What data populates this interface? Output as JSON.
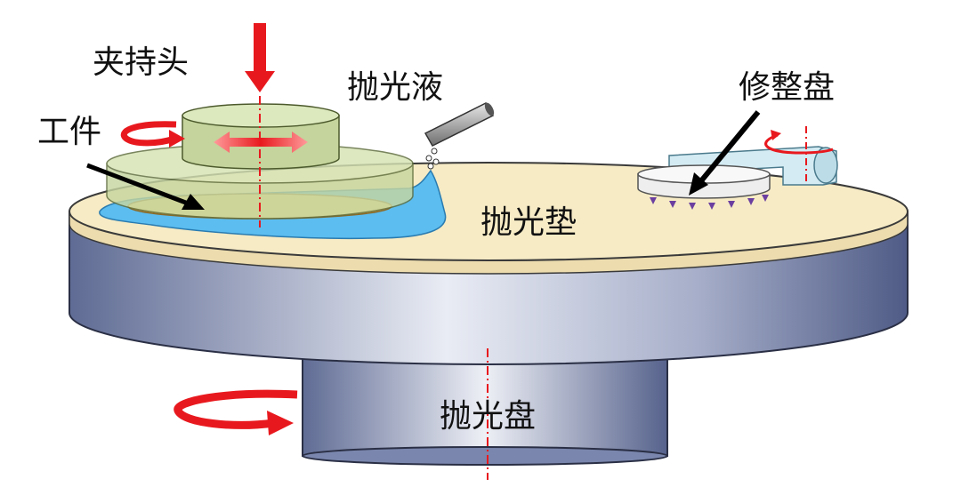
{
  "labels": {
    "holder": "夹持头",
    "workpiece": "工件",
    "slurry": "抛光液",
    "conditioner": "修整盘",
    "pad": "抛光垫",
    "platen": "抛光盘"
  },
  "colors": {
    "arrow_red": "#e8191e",
    "pad_cream": "#f6ebc5",
    "platen_steel": "#6e7aa6",
    "holder_green": "#c6d6a0",
    "slurry_blue": "#5bbdf0",
    "workpiece_yellow": "#f4d27a",
    "conditioner_blue": "#d4ebf3",
    "diamond_purple": "#6b3fa0"
  }
}
